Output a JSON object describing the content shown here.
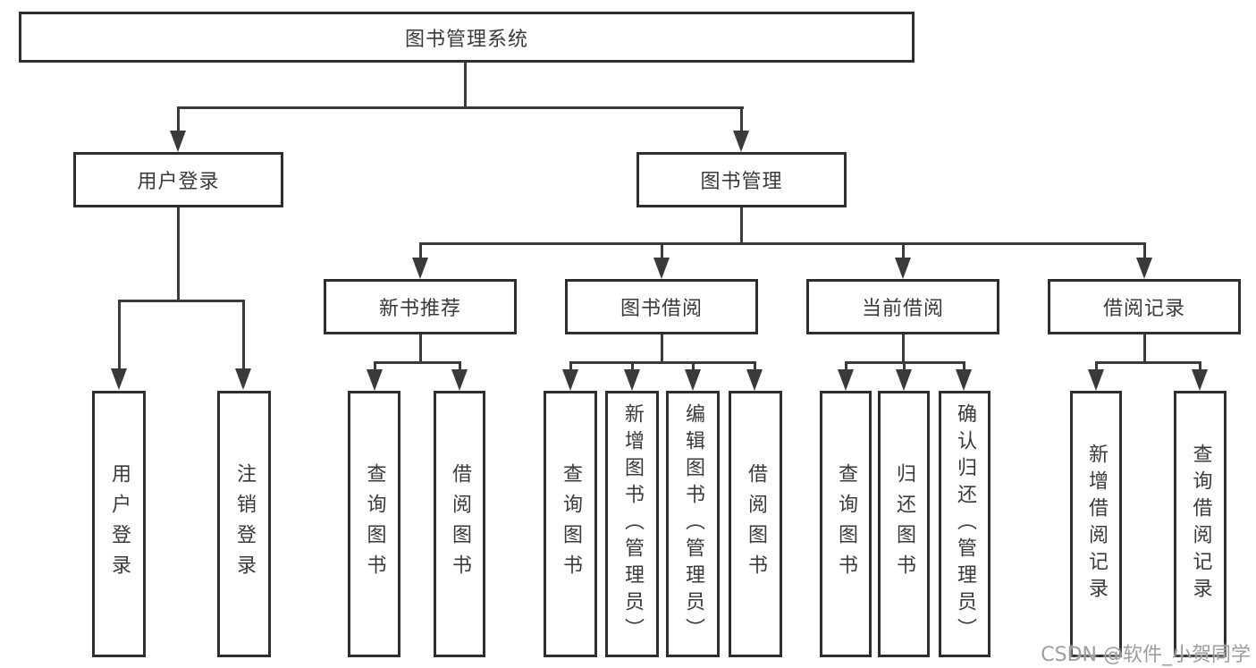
{
  "diagram": {
    "type": "functional-structure-tree",
    "hierarchy": {
      "root": "图书管理系统",
      "children": [
        {
          "label": "用户登录",
          "children": [
            "用户登录",
            "注销登录"
          ]
        },
        {
          "label": "图书管理",
          "children": [
            {
              "label": "新书推荐",
              "children": [
                "查询图书",
                "借阅图书"
              ]
            },
            {
              "label": "图书借阅",
              "children": [
                "查询图书",
                "新增图书（管理员）",
                "编辑图书（管理员）",
                "借阅图书"
              ]
            },
            {
              "label": "当前借阅",
              "children": [
                "查询图书",
                "归还图书",
                "确认归还（管理员）"
              ]
            },
            {
              "label": "借阅记录",
              "children": [
                "新增借阅记录",
                "查询借阅记录"
              ]
            }
          ]
        }
      ]
    }
  },
  "nodes": {
    "root": "图书管理系统",
    "userLogin": "用户登录",
    "bookManagement": "图书管理",
    "loginLeaf": "用户登录",
    "logoutLeaf": "注销登录",
    "newBookRecommend": "新书推荐",
    "bookBorrow": "图书借阅",
    "currentBorrow": "当前借阅",
    "borrowRecords": "借阅记录",
    "nbrQuery": "查询图书",
    "nbrBorrow": "借阅图书",
    "bbQuery": "查询图书",
    "bbAdd": "新增图书（管理员）",
    "bbEdit": "编辑图书（管理员）",
    "bbBorrow": "借阅图书",
    "cbQuery": "查询图书",
    "cbReturn": "归还图书",
    "cbConfirm": "确认归还（管理员）",
    "brAdd": "新增借阅记录",
    "brQuery": "查询借阅记录",
    "watermark": "CSDN @软件_小贺同学"
  },
  "colors": {
    "line": "#3a3a3a",
    "border": "#2e2e2e",
    "text": "#3a3a3a",
    "watermark": "#9d9d9d",
    "background": "#ffffff"
  }
}
